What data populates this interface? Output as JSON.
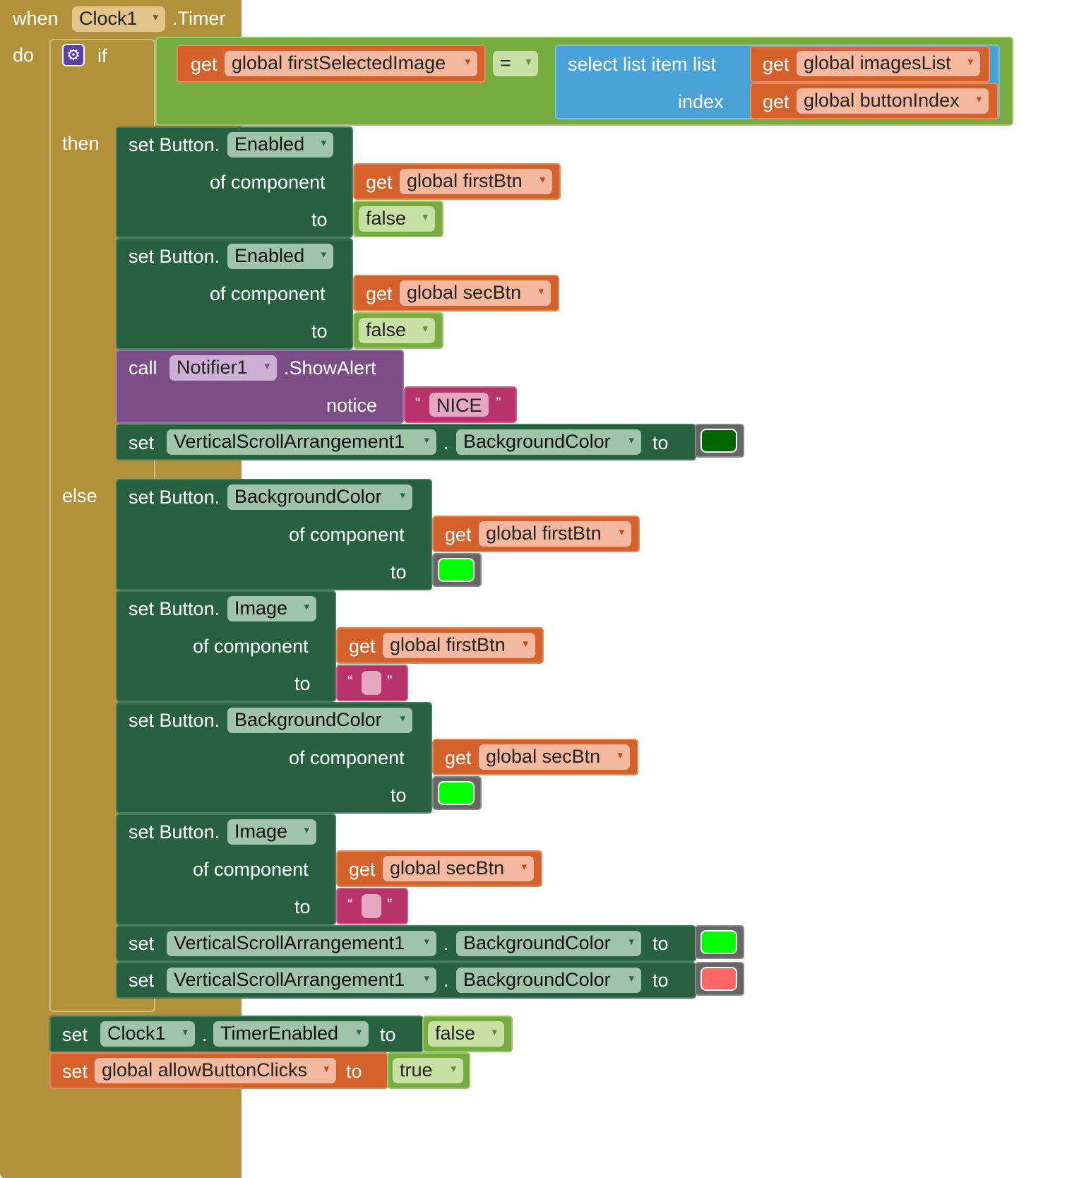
{
  "event": {
    "when": "when",
    "component": "Clock1",
    "event_name": ".Timer",
    "do": "do"
  },
  "if_block": {
    "if": "if",
    "then": "then",
    "else": "else"
  },
  "condition": {
    "get": "get",
    "left_var": "global firstSelectedImage",
    "op": "=",
    "select_label": "select list item  list",
    "index_label": "index",
    "list_var": "global imagesList",
    "index_var": "global buttonIndex"
  },
  "then_statements": {
    "s1": {
      "set": "set Button.",
      "prop": "Enabled",
      "of": "of component",
      "to": "to",
      "get": "get",
      "var": "global firstBtn",
      "value": "false"
    },
    "s2": {
      "set": "set Button.",
      "prop": "Enabled",
      "of": "of component",
      "to": "to",
      "get": "get",
      "var": "global secBtn",
      "value": "false"
    },
    "s3": {
      "call": "call",
      "component": "Notifier1",
      "method": ".ShowAlert",
      "notice": "notice",
      "open_quote": "“",
      "text": "NICE",
      "close_quote": "”"
    },
    "s4": {
      "set": "set",
      "component": "VerticalScrollArrangement1",
      "dot": ".",
      "prop": "BackgroundColor",
      "to": "to",
      "color": "#006400"
    }
  },
  "else_statements": {
    "s1": {
      "set": "set Button.",
      "prop": "BackgroundColor",
      "of": "of component",
      "to": "to",
      "get": "get",
      "var": "global firstBtn",
      "color": "#00ff00"
    },
    "s2": {
      "set": "set Button.",
      "prop": "Image",
      "of": "of component",
      "to": "to",
      "get": "get",
      "var": "global firstBtn",
      "open_quote": "“",
      "close_quote": "”"
    },
    "s3": {
      "set": "set Button.",
      "prop": "BackgroundColor",
      "of": "of component",
      "to": "to",
      "get": "get",
      "var": "global secBtn",
      "color": "#00ff00"
    },
    "s4": {
      "set": "set Button.",
      "prop": "Image",
      "of": "of component",
      "to": "to",
      "get": "get",
      "var": "global secBtn",
      "open_quote": "“",
      "close_quote": "”"
    },
    "s5": {
      "set": "set",
      "component": "VerticalScrollArrangement1",
      "dot": ".",
      "prop": "BackgroundColor",
      "to": "to",
      "color": "#00ff00"
    },
    "s6": {
      "set": "set",
      "component": "VerticalScrollArrangement1",
      "dot": ".",
      "prop": "BackgroundColor",
      "to": "to",
      "color": "#ff6666"
    }
  },
  "tail_statements": {
    "s1": {
      "set": "set",
      "component": "Clock1",
      "dot": ".",
      "prop": "TimerEnabled",
      "to": "to",
      "value": "false"
    },
    "s2": {
      "set": "set",
      "var": "global allowButtonClicks",
      "to": "to",
      "value": "true"
    }
  },
  "colors": {
    "control": "#b1913a",
    "logic": "#77ac40",
    "variable": "#d4622a",
    "component_set": "#27613f",
    "list": "#4aa2d6",
    "text": "#b8336a",
    "call": "#7b4e86"
  }
}
